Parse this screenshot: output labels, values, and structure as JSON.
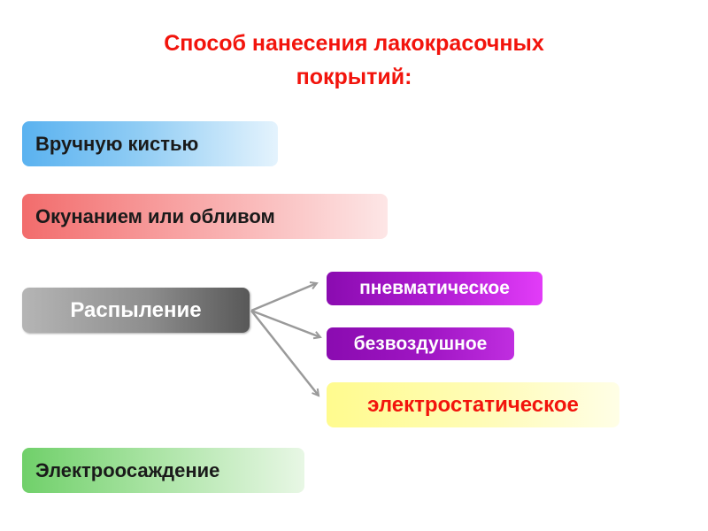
{
  "title": {
    "line1": "Способ нанесения лакокрасочных",
    "line2": "покрытий:"
  },
  "methods": {
    "brush": "Вручную кистью",
    "dipping": "Окунанием или обливом",
    "spraying": "Распыление",
    "electrodeposition": "Электроосаждение"
  },
  "spray_types": {
    "pneumatic": "пневматическое",
    "airless": "безвоздушное",
    "electrostatic": "электростатическое"
  },
  "colors": {
    "title": "#f2140c",
    "brush": "#8fccf4",
    "dipping": "#f8a5a5",
    "spraying": "#8e8e8e",
    "spray_subtypes": "#b41fd6",
    "electrostatic": "#fffcb8",
    "electrodeposition": "#a8e3a2",
    "arrows": "#9a9a9a"
  }
}
